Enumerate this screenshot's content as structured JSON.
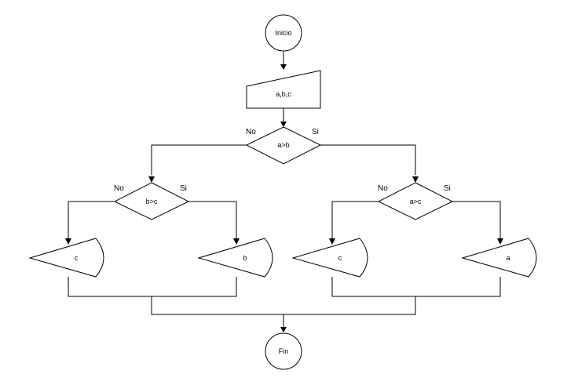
{
  "nodes": {
    "start": "Inicio",
    "input": "a,b,c",
    "cond_ab": "a>b",
    "cond_bc": "b>c",
    "cond_ac": "a>c",
    "out_c_left": "c",
    "out_b": "b",
    "out_c_right": "c",
    "out_a": "a",
    "end": "Fin"
  },
  "branch_labels": {
    "no": "No",
    "yes": "Si"
  }
}
